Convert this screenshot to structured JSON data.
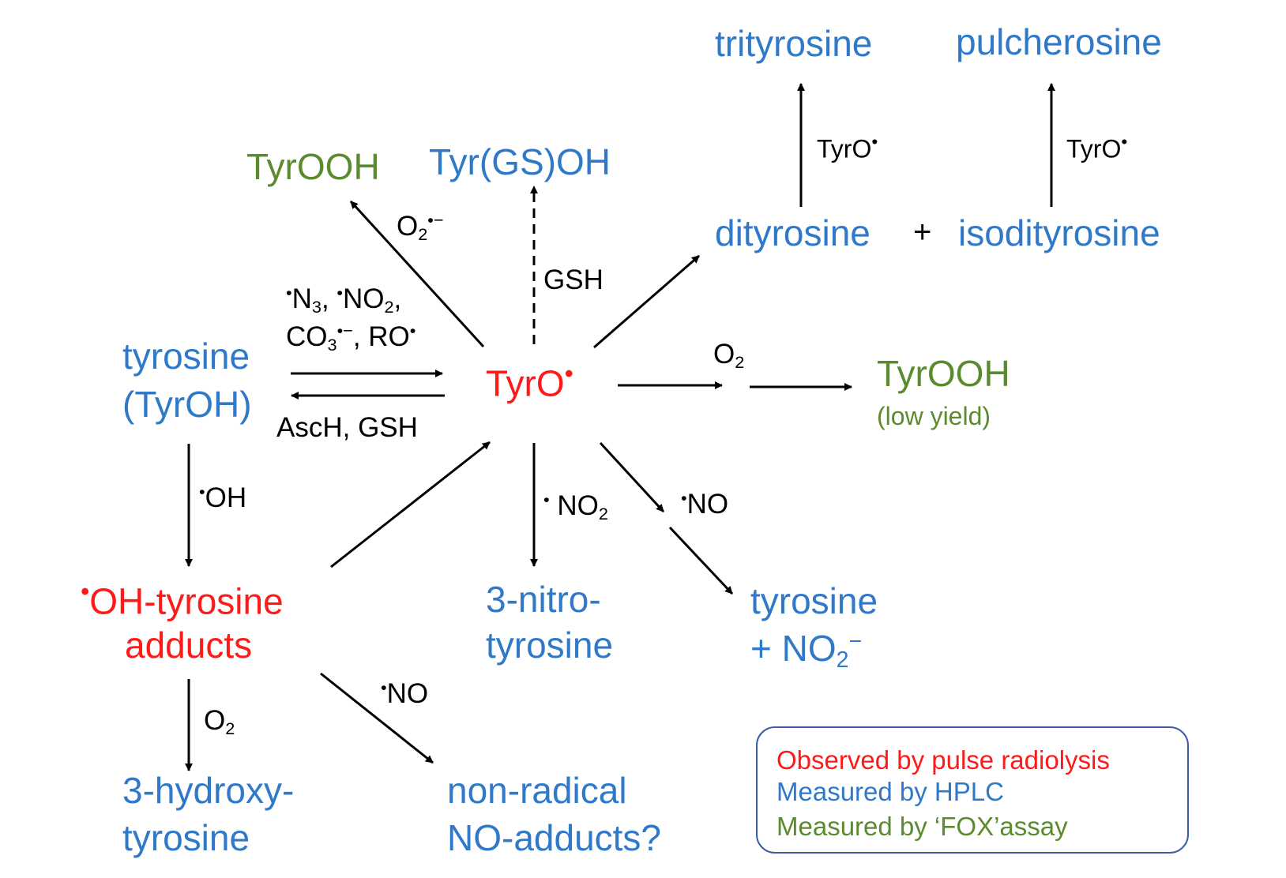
{
  "nodes": {
    "trityrosine": "trityrosine",
    "pulcherosine": "pulcherosine",
    "tyrooh_top": "TyrOOH",
    "tyr_gs_oh": "Tyr(GS)OH",
    "dityrosine": "dityrosine",
    "plus_sign": "+",
    "isodityrosine": "isodityrosine",
    "tyrosine_line1": "tyrosine",
    "tyrosine_line2": "(TyrOH)",
    "tyro_radical": "TyrO",
    "tyrooh_right": "TyrOOH",
    "low_yield": "(low yield)",
    "oh_adducts_line1": "OH-tyrosine",
    "oh_adducts_line2": "adducts",
    "nitro_line1": "3-nitro-",
    "nitro_line2": "tyrosine",
    "tyr_no2_line1": "tyrosine",
    "tyr_no2_line2": "+ NO",
    "hydroxy_line1": "3-hydroxy-",
    "hydroxy_line2": "tyrosine",
    "nonradical_line1": "non-radical",
    "nonradical_line2": "NO-adducts?"
  },
  "reagents": {
    "tyro_left": "TyrO",
    "tyro_right": "TyrO",
    "superoxide": "O",
    "gsh_dashed": "GSH",
    "oxidants_line1_a": "N",
    "oxidants_line1_b": "NO",
    "oxidants_line2_a": "CO",
    "oxidants_line2_b": "RO",
    "reverse": "AscH, GSH",
    "o2_right": "O",
    "oh_radical": "OH",
    "no2_radical": "NO",
    "no_radical_right": "NO",
    "o2_down": "O",
    "no_radical_bottom": "NO"
  },
  "legend": {
    "red_item": "Observed by pulse radiolysis",
    "blue_item": "Measured by HPLC",
    "green_item": "Measured by ‘FOX’assay"
  },
  "colors": {
    "blue": "#2F79C8",
    "red": "#FF1A1A",
    "green": "#5C8A2E",
    "legend_border": "#3A5DA8"
  }
}
